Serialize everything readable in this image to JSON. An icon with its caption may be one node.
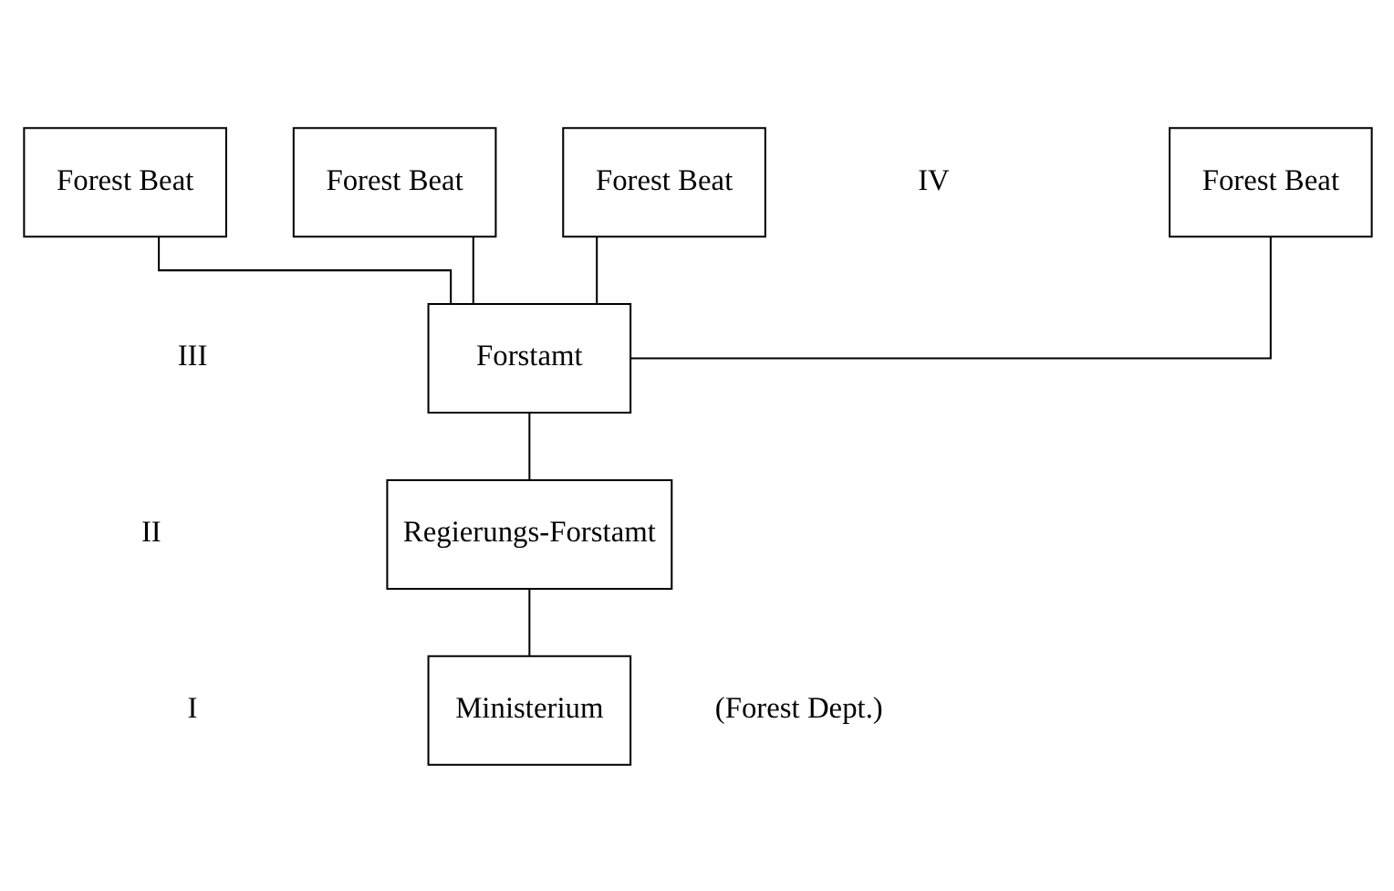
{
  "diagram": {
    "nodes": [
      {
        "text": [
          "Forest Beat"
        ]
      },
      {
        "text": [
          "Forest Beat"
        ]
      },
      {
        "text": [
          "Forest Beat"
        ]
      },
      {
        "text": [
          "Forest Beat"
        ]
      },
      {
        "text": [
          "Forstamt"
        ]
      },
      {
        "text": [
          "Regierungs-Forstamt"
        ]
      },
      {
        "text": [
          "Ministerium"
        ],
        "beside": [
          "(Forest Dept.)"
        ]
      }
    ],
    "edges": [
      {
        "from": 0,
        "to": 4,
        "arrow": "none"
      },
      {
        "from": 1,
        "to": 4,
        "arrow": "none"
      },
      {
        "from": 2,
        "to": 4,
        "arrow": "none"
      },
      {
        "from": 3,
        "to": 4,
        "arrow": "none"
      },
      {
        "from": 4,
        "to": 5,
        "arrow": "none"
      },
      {
        "from": 5,
        "to": 6,
        "arrow": "none"
      }
    ],
    "labels": [
      "IV",
      "III",
      "II",
      "I"
    ]
  }
}
